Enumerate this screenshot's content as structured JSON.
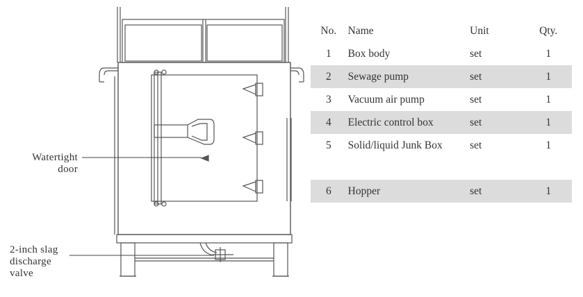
{
  "labels": {
    "watertight_door": [
      "Watertight",
      "door"
    ],
    "slag_valve": [
      "2-inch slag",
      "discharge",
      "valve"
    ]
  },
  "table": {
    "headers": {
      "no": "No.",
      "name": "Name",
      "unit": "Unit",
      "qty": "Qty."
    },
    "rows": [
      {
        "no": "1",
        "name": "Box body",
        "unit": "set",
        "qty": "1",
        "shaded": false
      },
      {
        "no": "2",
        "name": "Sewage pump",
        "unit": "set",
        "qty": "1",
        "shaded": true
      },
      {
        "no": "3",
        "name": "Vacuum air pump",
        "unit": "set",
        "qty": "1",
        "shaded": false
      },
      {
        "no": "4",
        "name": "Electric control box",
        "unit": "set",
        "qty": "1",
        "shaded": true
      },
      {
        "no": "5",
        "name": "Solid/liquid Junk Box",
        "unit": "set",
        "qty": "1",
        "shaded": false
      },
      {
        "no": "6",
        "name": "Hopper",
        "unit": "set",
        "qty": "1",
        "shaded": true
      }
    ],
    "row_shade_color": "#dcdcdc"
  }
}
